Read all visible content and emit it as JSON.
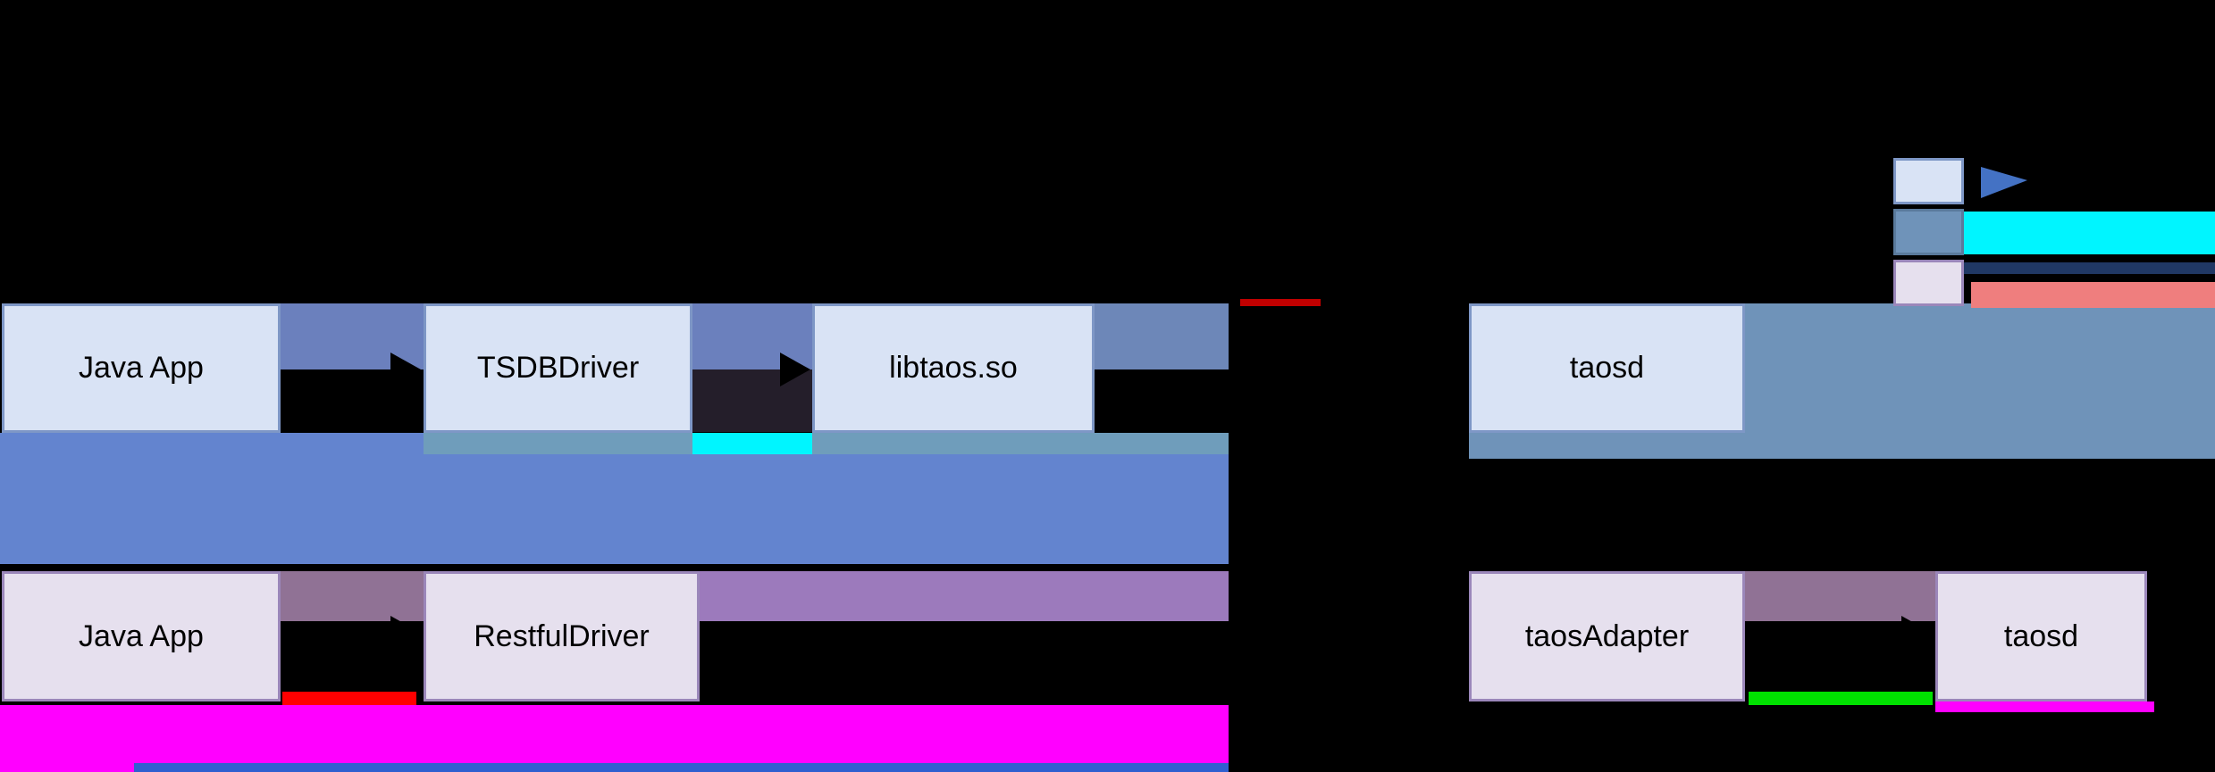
{
  "diagram": {
    "jni_flow": {
      "java_app": "Java App",
      "driver": "TSDBDriver",
      "lib": "libtaos.so",
      "server": "taosd"
    },
    "restful_flow": {
      "java_app": "Java App",
      "driver": "RestfulDriver",
      "adapter": "taosAdapter",
      "server": "taosd"
    },
    "colors": {
      "background": "#000000",
      "jni_box_fill": "#d9e3f5",
      "jni_box_border": "#7e97c6",
      "jni_connector": "#6b80bd",
      "jni_transport_bar": "#6384cf",
      "server_bar": "#6f93b9",
      "link_strip_teal": "#6f9dbb",
      "cyan_highlight": "#00f5ff",
      "restful_box_fill": "#e6e0ee",
      "restful_box_border": "#9b87ba",
      "restful_connector": "#907295",
      "restful_transport_bar": "#9c7abc",
      "magenta_highlight": "#ff00ff",
      "green_highlight": "#00e100",
      "red_highlight": "#ff0000",
      "dark_red_segment": "#c00000",
      "legend_salmon": "#ef7e7e",
      "legend_navy": "#203864",
      "legend_arrow_blue": "#4472c4",
      "bottom_blue_strip": "#2f5fd0",
      "arrow_color": "#000000"
    }
  }
}
